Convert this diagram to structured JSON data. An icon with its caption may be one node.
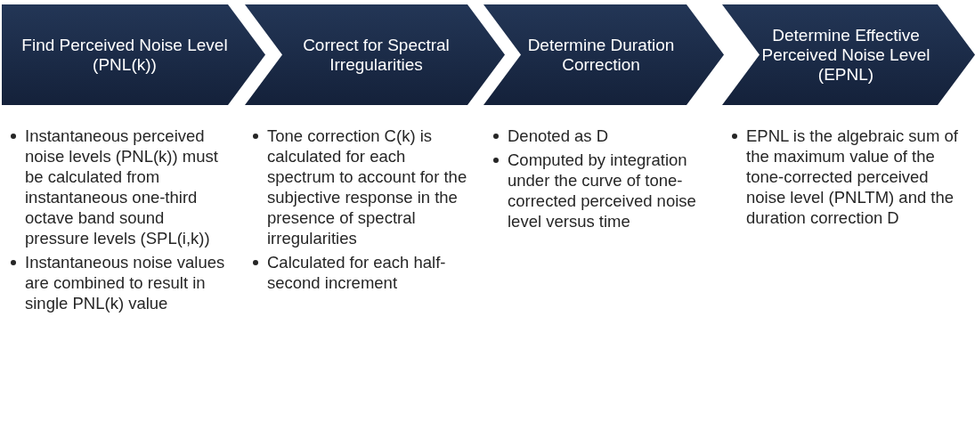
{
  "diagram": {
    "nodes": [
      {
        "text": [
          "Find Perceived Noise Level (PNL(k))"
        ],
        "beside": [
          "Instantaneous perceived noise levels (PNL(k)) must be calculated from instantaneous one-third octave band sound pressure levels (SPL(i,k))",
          "Instantaneous noise values are combined to result in single PNL(k) value"
        ]
      },
      {
        "text": [
          "Correct for Spectral Irregularities"
        ],
        "beside": [
          "Tone correction C(k) is calculated for each spectrum to account for the subjective response in the presence of spectral irregularities",
          "Calculated for each half-second increment"
        ]
      },
      {
        "text": [
          "Determine Duration Correction"
        ],
        "beside": [
          "Denoted as D",
          "Computed by integration under the curve of tone-corrected perceived noise level versus time"
        ]
      },
      {
        "text": [
          "Determine Effective Perceived Noise Level (EPNL)"
        ],
        "beside": [
          "EPNL is the algebraic sum of the maximum value of the tone-corrected perceived noise level (PNLTM) and the duration correction D"
        ]
      }
    ]
  }
}
